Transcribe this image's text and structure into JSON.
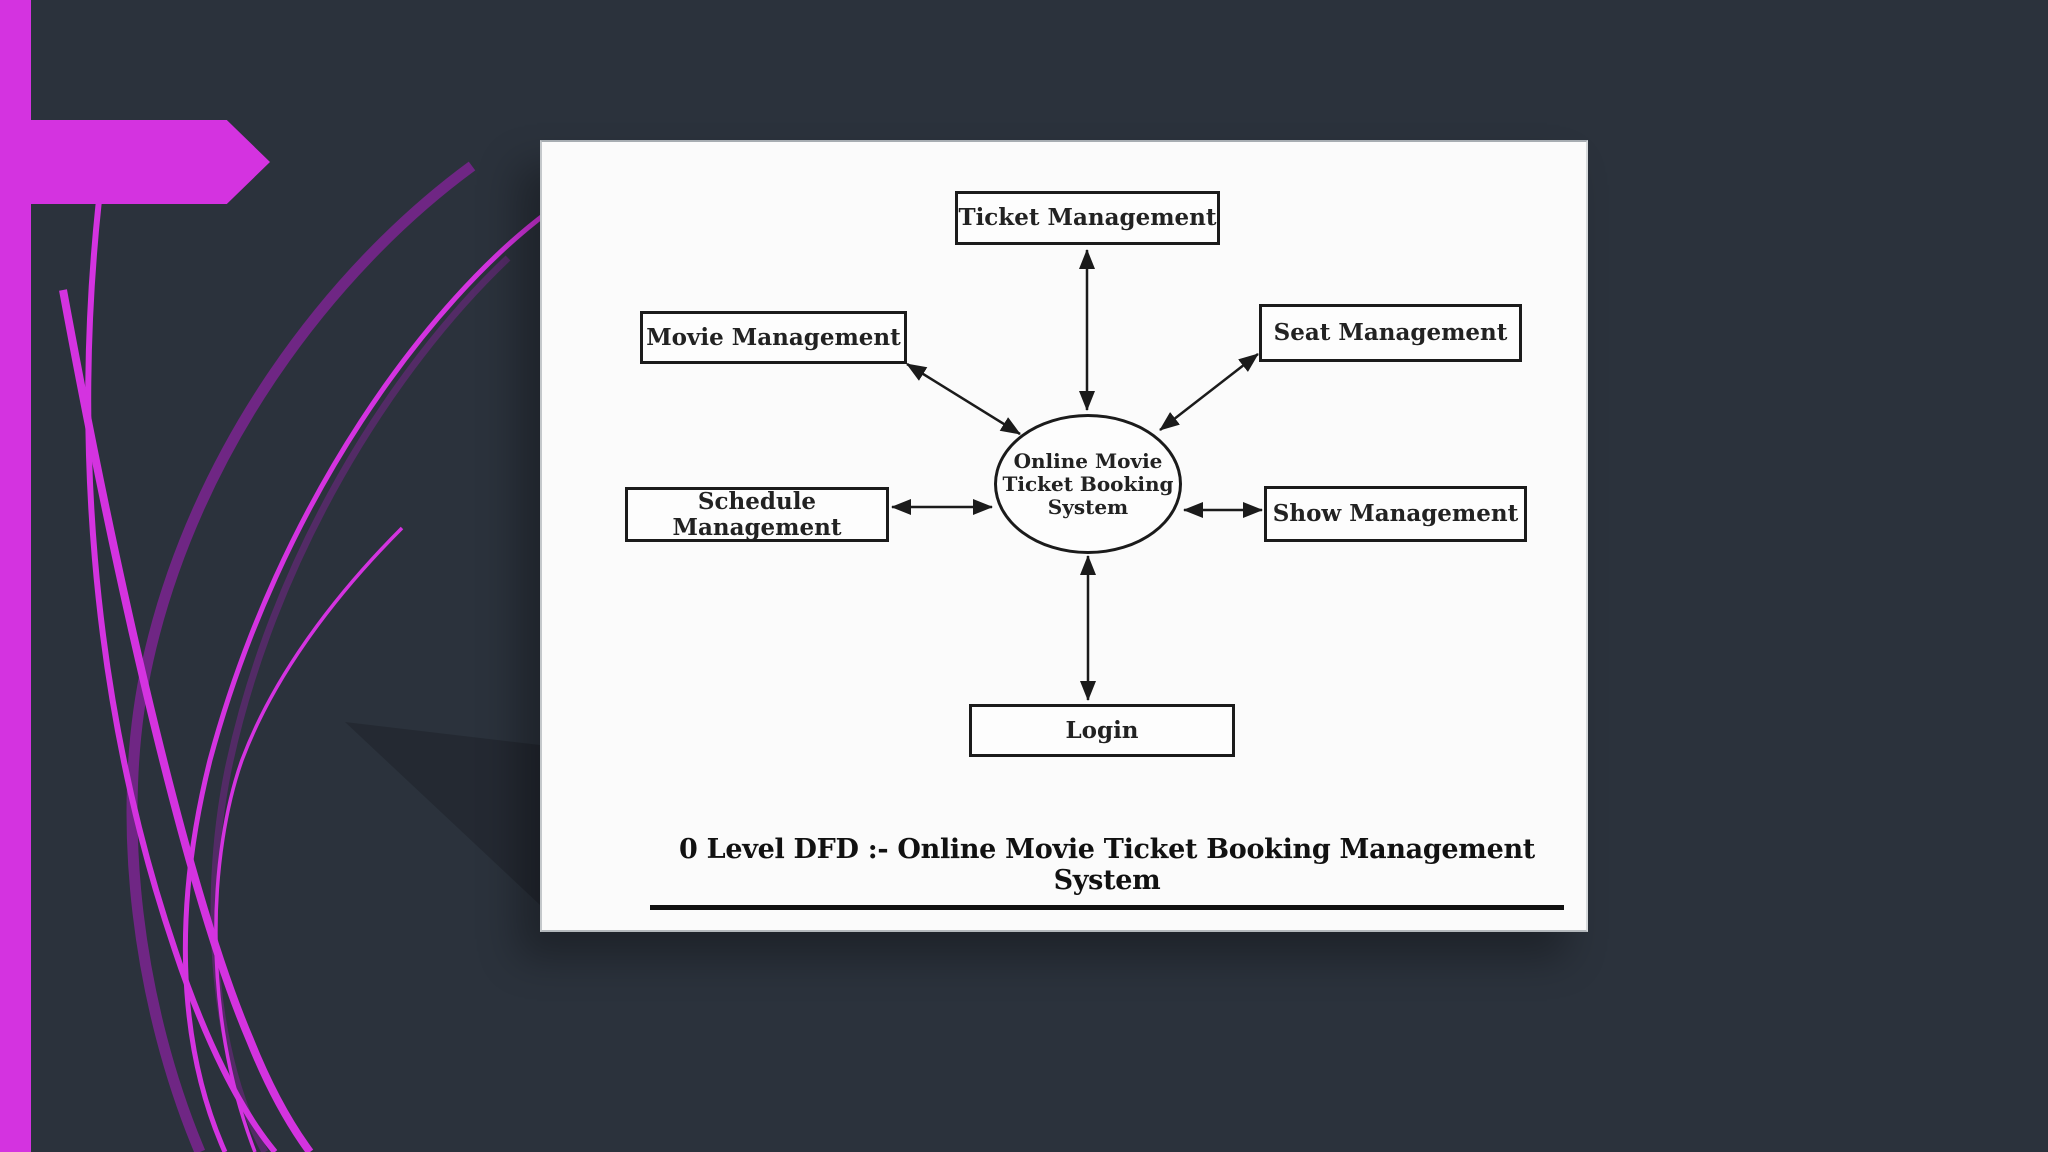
{
  "slide": {
    "type": "presentation-slide"
  },
  "diagram": {
    "center_lines": [
      "Online Movie",
      "Ticket Booking",
      "System"
    ],
    "nodes": {
      "ticket": "Ticket Management",
      "movie": "Movie Management",
      "seat": "Seat Management",
      "schedule_line1": "Schedule",
      "schedule_line2": "Management",
      "show": "Show Management",
      "login": "Login"
    },
    "caption": "0 Level DFD :- Online Movie Ticket Booking Management System"
  },
  "colors": {
    "background": "#2b323c",
    "accent_magenta": "#d433e0",
    "accent_dark_purple": "#7b2490",
    "panel_white": "#fbfbfb",
    "ink_black": "#1b1b1b"
  }
}
